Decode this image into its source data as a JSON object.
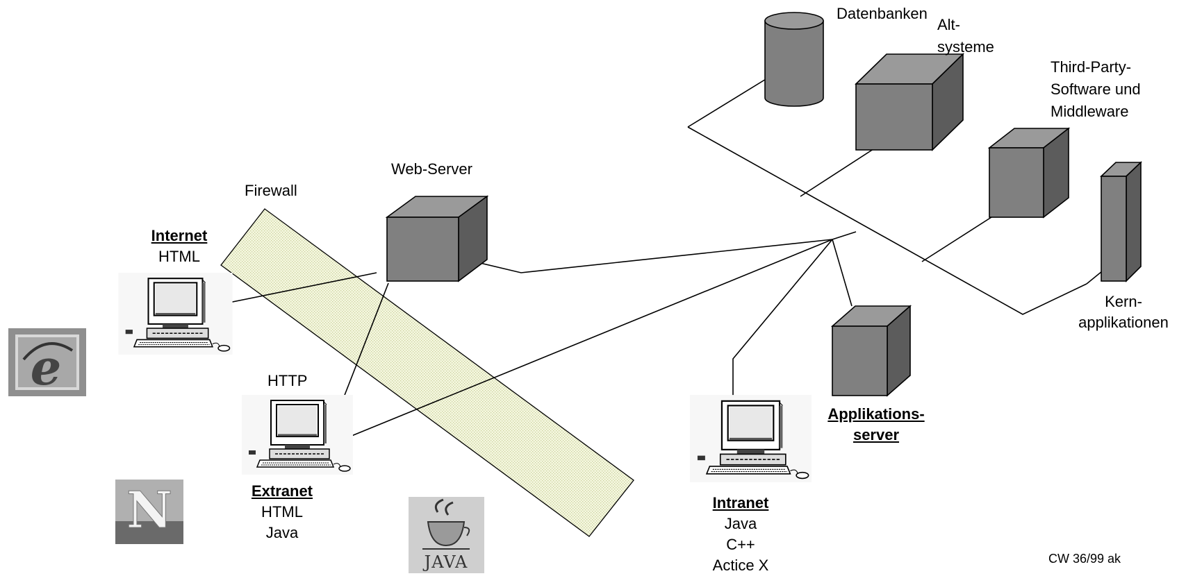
{
  "labels": {
    "datenbanken": "Datenbanken",
    "altsysteme": [
      "Alt-",
      "systeme"
    ],
    "third_party": [
      "Third-Party-",
      "Software und",
      "Middleware"
    ],
    "web_server": "Web-Server",
    "firewall": "Firewall",
    "internet": {
      "title": "Internet",
      "lines": [
        "HTML"
      ]
    },
    "http": "HTTP",
    "extranet": {
      "title": "Extranet",
      "lines": [
        "HTML",
        "Java"
      ]
    },
    "applikationsserver": [
      "Applikations-",
      "server"
    ],
    "kernapplikationen": [
      "Kern-",
      "applikationen"
    ],
    "intranet": {
      "title": "Intranet",
      "lines": [
        "Java",
        "C++",
        "Actice X"
      ]
    },
    "credit": "CW 36/99 ak"
  },
  "logos": {
    "explorer": "e",
    "netscape": "N",
    "java": "JAVA"
  },
  "colors": {
    "box_front": "#808080",
    "box_top": "#9a9a9a",
    "box_side": "#5c5c5c",
    "firewall_fill": "#eef3cf",
    "line": "#000000"
  },
  "icons": [
    "ie-logo-icon",
    "netscape-logo-icon",
    "java-logo-icon",
    "computer-icon",
    "database-icon",
    "server-cube-icon"
  ]
}
